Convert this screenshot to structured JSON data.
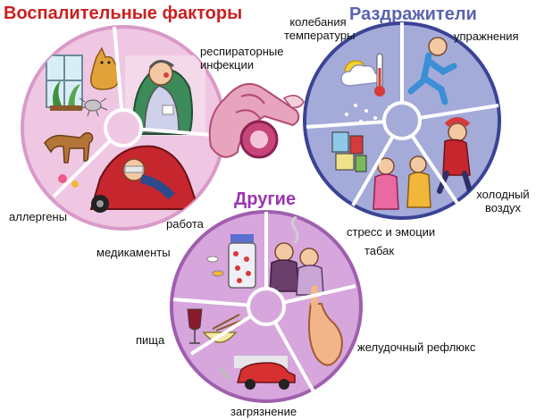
{
  "groups": {
    "inflammatory": {
      "title": "Воспалительные факторы",
      "color": "#cc1f1f",
      "wheel_color": "#e7b4d8",
      "items": {
        "respiratory": "респираторные инфекции",
        "allergens": "аллергены",
        "work": "работа"
      }
    },
    "irritants": {
      "title": "Раздражители",
      "color": "#5a63b0",
      "wheel_color": "#5b63b6",
      "items": {
        "temperature": "колебания температуры",
        "exercise": "упражнения",
        "cold_air": "холодный воздух",
        "stress": "стресс и эмоции"
      }
    },
    "other": {
      "title": "Другие",
      "color": "#9b34b0",
      "wheel_color": "#bf86c8",
      "items": {
        "medications": "медикаменты",
        "tobacco": "табак",
        "food": "пища",
        "reflux": "желудочный рефлюкс",
        "pollution": "загрязнение"
      }
    }
  }
}
